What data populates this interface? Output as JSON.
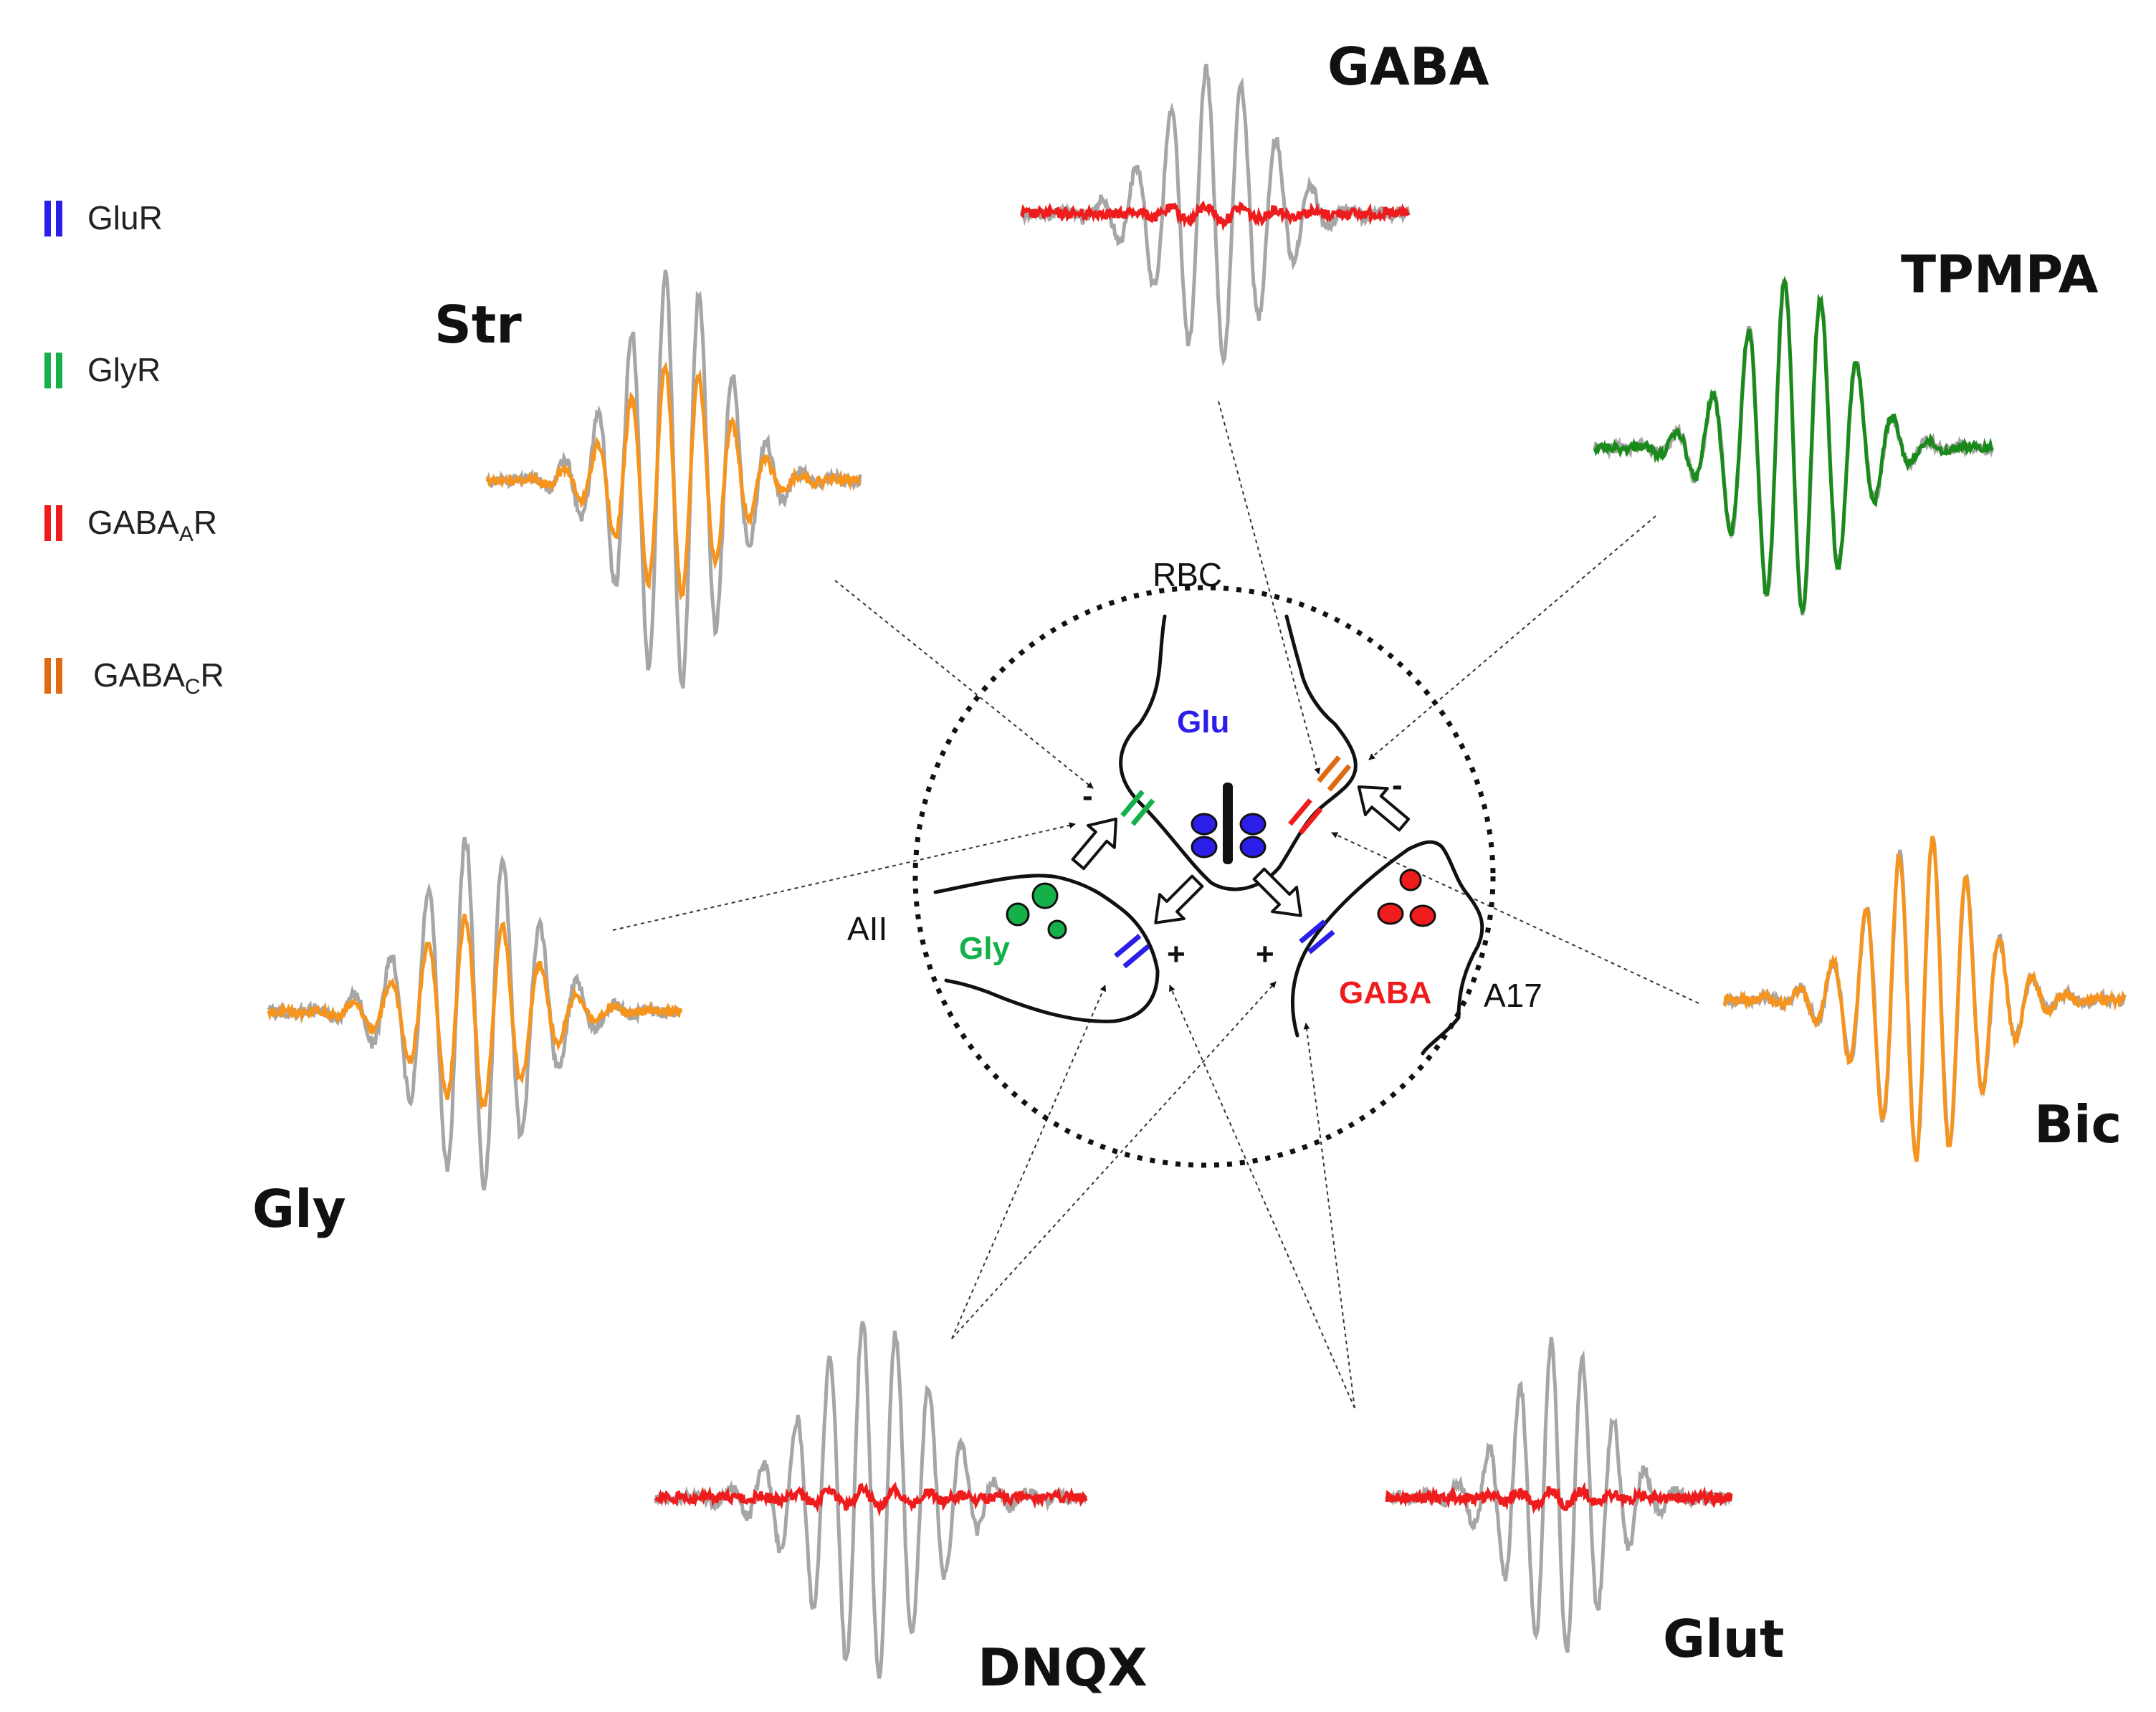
{
  "legend": [
    {
      "label": "GluR",
      "color": "#2a1ee8"
    },
    {
      "label": "GlyR",
      "color": "#16b04a"
    },
    {
      "label": "GABA",
      "sub": "A",
      "suffix": "R",
      "color": "#ee1c1c"
    },
    {
      "label": "GABA",
      "sub": "C",
      "suffix": "R",
      "color": "#e06a12"
    }
  ],
  "colors": {
    "control_trace": "#a6a6a6",
    "orange_trace": "#f7941d",
    "red_trace": "#ee1c1c",
    "green_trace": "#1a8a1a",
    "glu": "#2a1ee8",
    "gly": "#16b04a",
    "gaba": "#ee1c1c"
  },
  "traces": {
    "gaba": {
      "label": "GABA",
      "effect": "abolished"
    },
    "tpmpa": {
      "label": "TPMPA",
      "effect": "unchanged"
    },
    "str": {
      "label": "Str",
      "effect": "reduced"
    },
    "gly": {
      "label": "Gly",
      "effect": "reduced"
    },
    "bic": {
      "label": "Bic",
      "effect": "unchanged"
    },
    "dnqx": {
      "label": "DNQX",
      "effect": "abolished"
    },
    "glut": {
      "label": "Glut",
      "effect": "abolished"
    }
  },
  "circuit": {
    "cells": {
      "rbc": "RBC",
      "aii": "AII",
      "a17": "A17"
    },
    "transmitters": {
      "glu": "Glu",
      "gly": "Gly",
      "gaba": "GABA"
    },
    "signs": {
      "minus_left": "-",
      "minus_right": "-",
      "plus_left": "+",
      "plus_right": "+"
    }
  }
}
